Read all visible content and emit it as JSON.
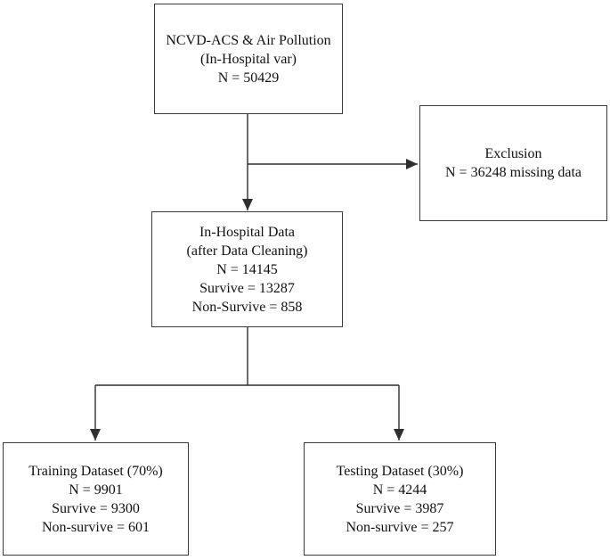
{
  "colors": {
    "background": "#ffffff",
    "box_border": "#3a3a3a",
    "connector": "#2e2e2e",
    "text": "#111111"
  },
  "boxes": {
    "source": {
      "lines": [
        "NCVD-ACS & Air Pollution",
        "(In-Hospital var)",
        "N = 50429"
      ]
    },
    "exclusion": {
      "lines": [
        "Exclusion",
        "N = 36248 missing data"
      ]
    },
    "in_hospital": {
      "lines": [
        "In-Hospital Data",
        "(after Data Cleaning)",
        "N = 14145",
        "Survive = 13287",
        "Non-Survive = 858"
      ]
    },
    "training": {
      "lines": [
        "Training Dataset (70%)",
        "N = 9901",
        "Survive = 9300",
        "Non-survive = 601"
      ]
    },
    "testing": {
      "lines": [
        "Testing Dataset (30%)",
        "N = 4244",
        "Survive = 3987",
        "Non-survive = 257"
      ]
    }
  }
}
